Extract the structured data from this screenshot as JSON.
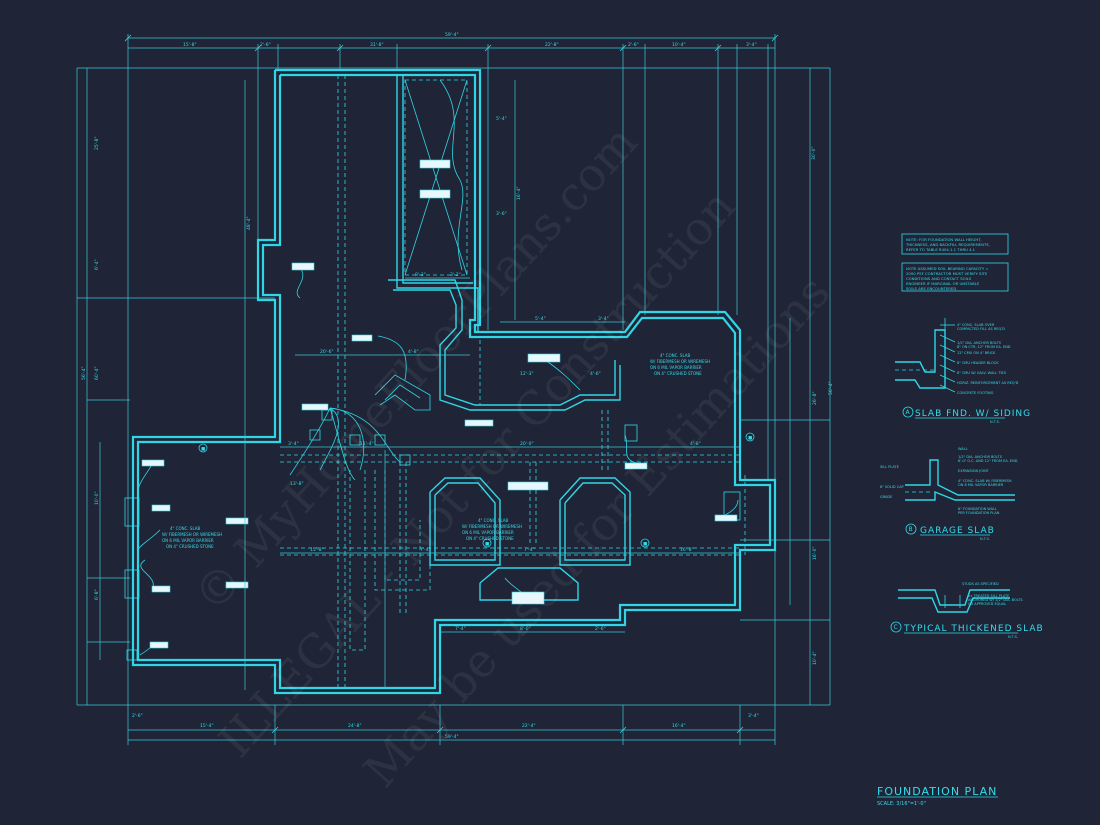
{
  "plan": {
    "title": "FOUNDATION PLAN",
    "scale": "SCALE: 3/16\"=1'-0\""
  },
  "details": [
    {
      "mark": "A",
      "title": "SLAB FND. W/ SIDING"
    },
    {
      "mark": "B",
      "title": "GARAGE SLAB"
    },
    {
      "mark": "C",
      "title": "TYPICAL THICKENED SLAB"
    }
  ],
  "watermark": {
    "line1": "© MyHomeFloorPlans.com",
    "line2": "ILLEGAL - Not for Construction",
    "line3": "May be used for Estimations"
  },
  "colors": {
    "background": "#1f2536",
    "linework": "#2fd6e6",
    "tag_fill": "#e8f7fb"
  }
}
